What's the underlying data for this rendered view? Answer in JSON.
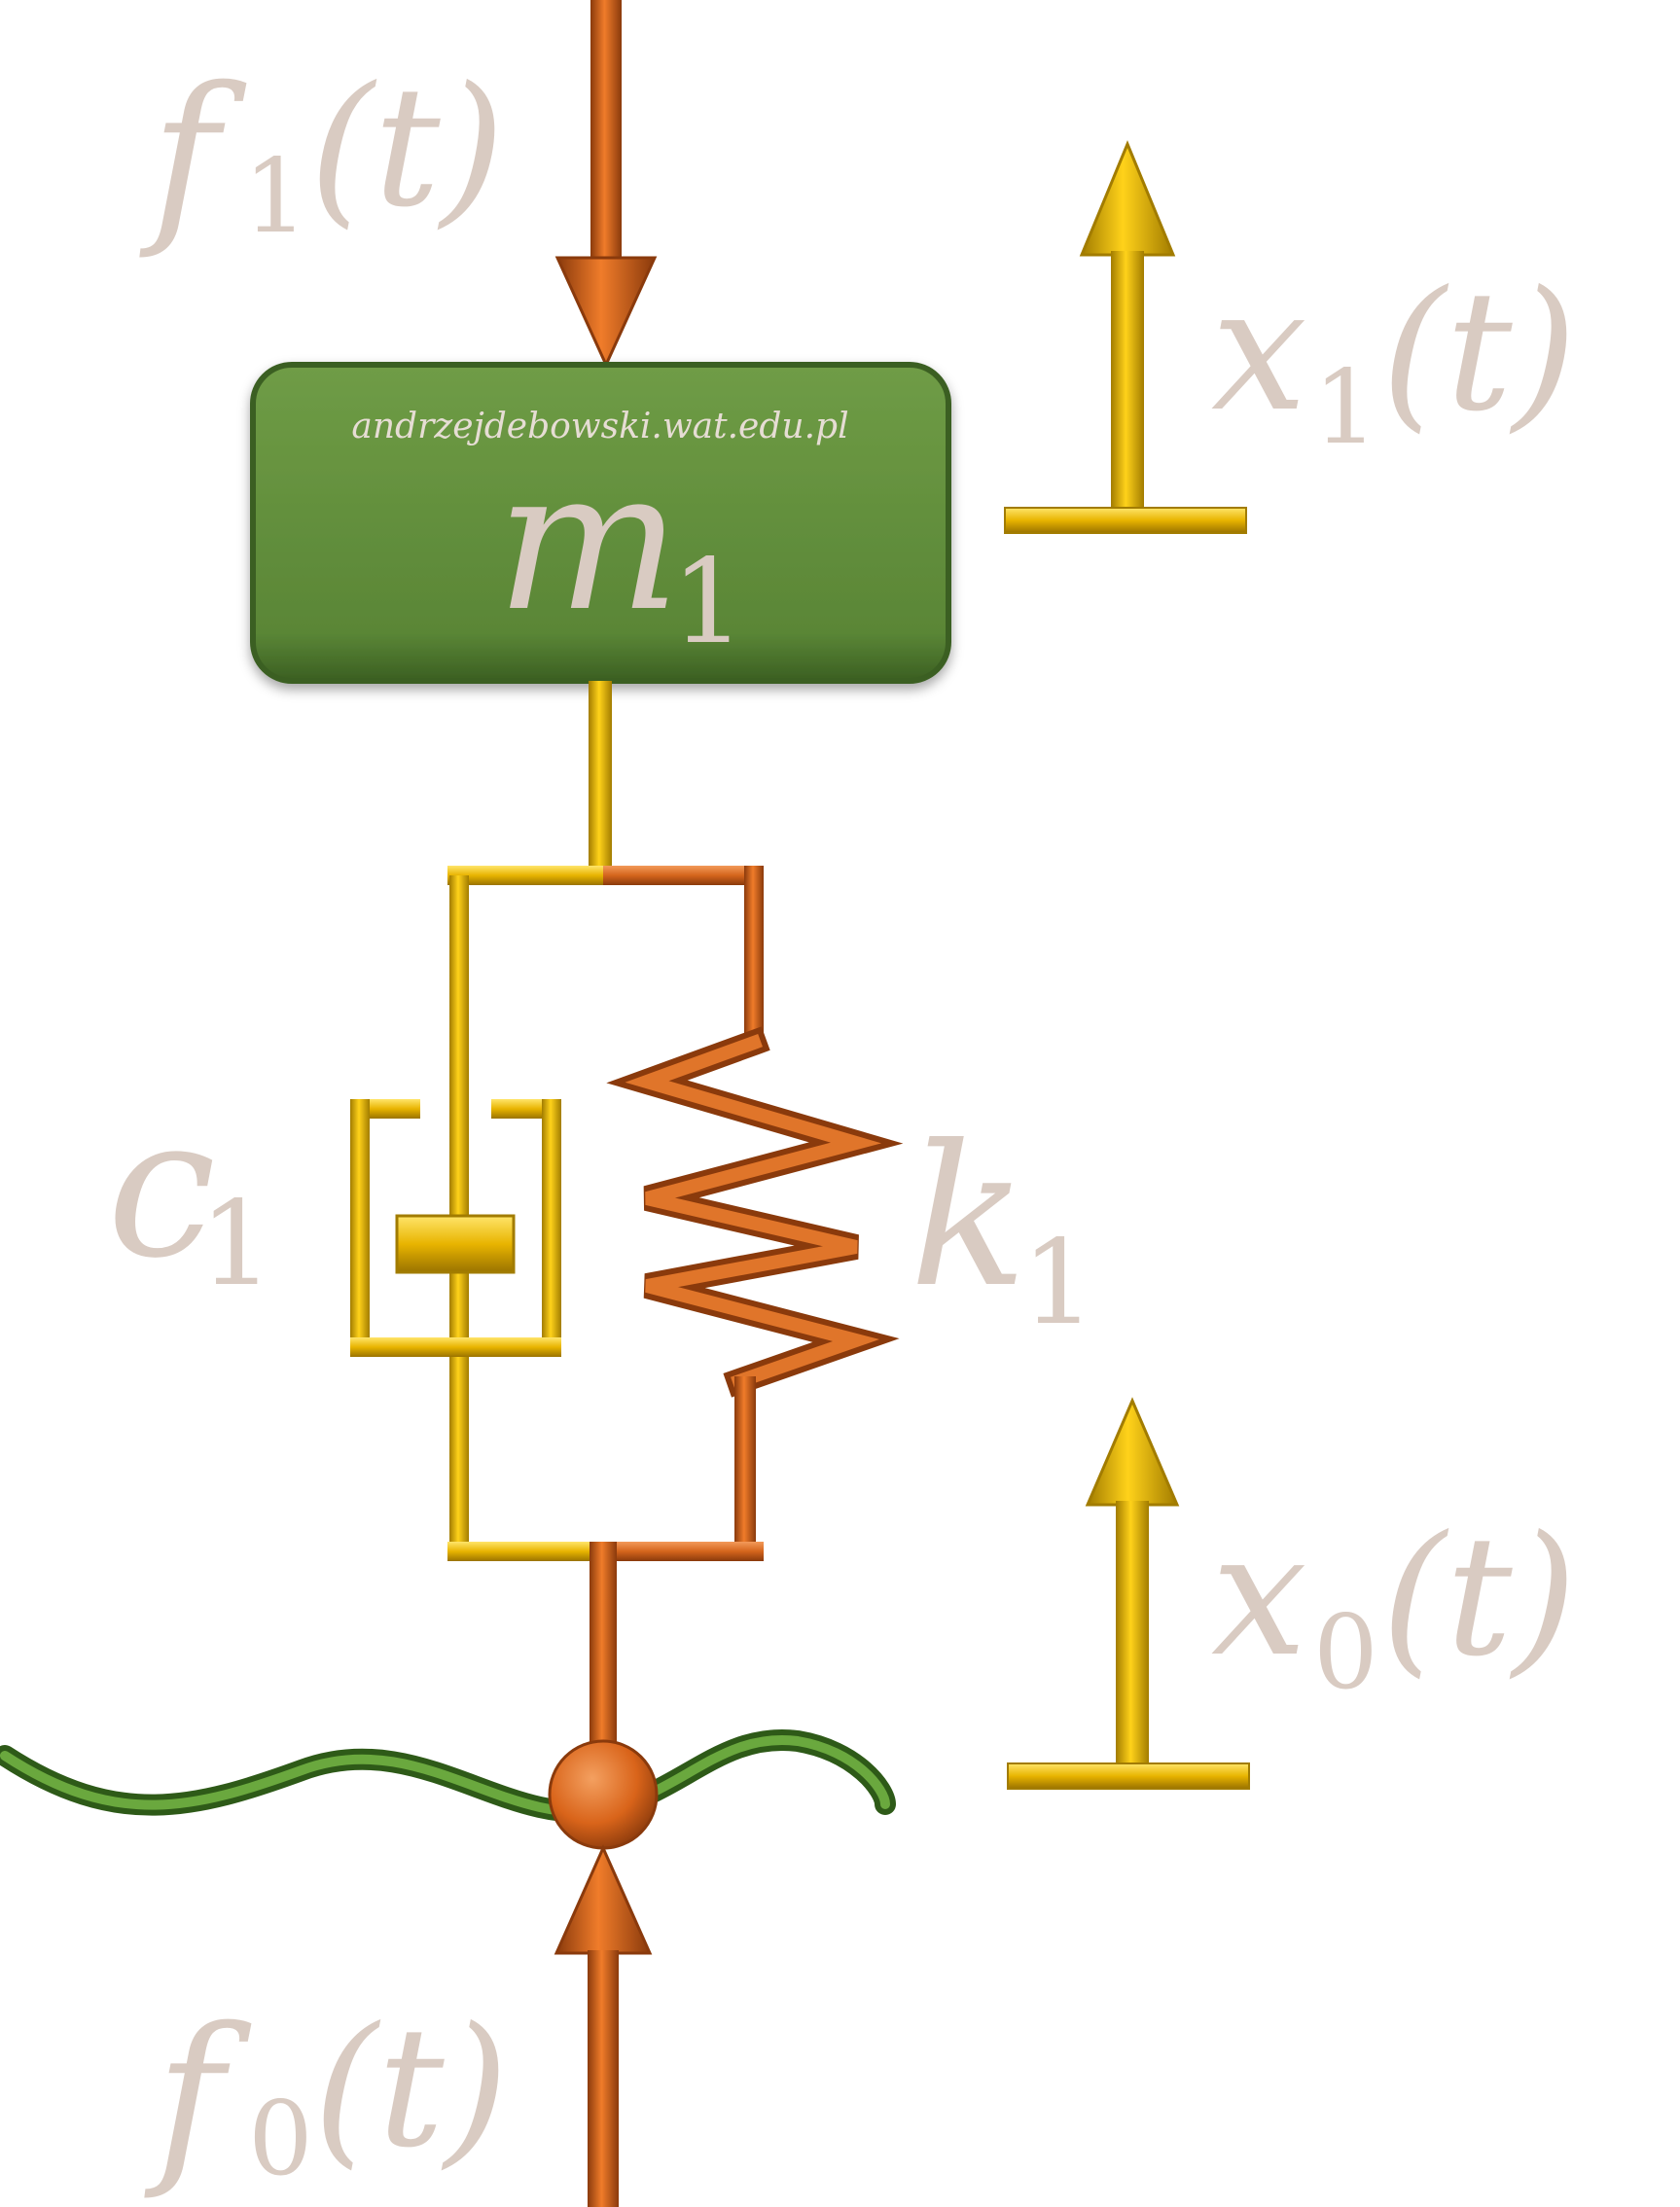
{
  "colors": {
    "label": "#d9cbc2",
    "mass_fill": "#5f8b3a",
    "mass_edge": "#3b5f22",
    "gold": "#e8b400",
    "gold_dark": "#a27c00",
    "orange": "#d4651c",
    "orange_dark": "#8a3a0c",
    "ground": "#4e8a2c",
    "ball": "#d9641a"
  },
  "mass": {
    "watermark": "andrzejdebowski.wat.edu.pl",
    "symbol": "m",
    "subscript": "1"
  },
  "labels": {
    "f1": {
      "symbol": "f",
      "subscript": "1",
      "arg": "(t)"
    },
    "x1": {
      "symbol": "x",
      "subscript": "1",
      "arg": "(t)"
    },
    "c1": {
      "symbol": "c",
      "subscript": "1"
    },
    "k1": {
      "symbol": "k",
      "subscript": "1"
    },
    "x0": {
      "symbol": "x",
      "subscript": "0",
      "arg": "(t)"
    },
    "f0": {
      "symbol": "f",
      "subscript": "0",
      "arg": "(t)"
    }
  },
  "icons": {
    "force_top": "arrow-down-icon",
    "force_bottom": "arrow-up-icon",
    "displacement_x1": "arrow-up-icon",
    "displacement_x0": "arrow-up-icon",
    "damper": "damper-icon",
    "spring": "spring-icon",
    "ground": "wavy-ground-icon",
    "contact": "contact-ball-icon"
  }
}
